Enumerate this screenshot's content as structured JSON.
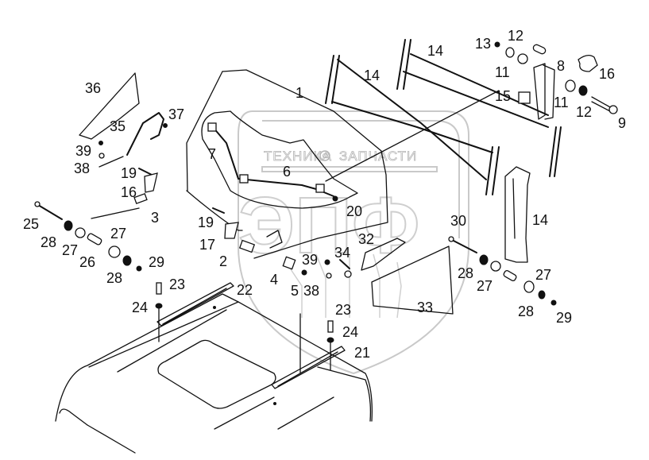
{
  "diagram": {
    "type": "exploded-parts-diagram",
    "watermark": {
      "left_text": "ТЕХНИКА",
      "right_text": "ЗАПЧАСТИ",
      "logo_text": "ЭПФ",
      "icon": "gear-icon"
    },
    "callouts": [
      {
        "id": "c1",
        "text": "1"
      },
      {
        "id": "c2",
        "text": "2"
      },
      {
        "id": "c3",
        "text": "3"
      },
      {
        "id": "c4",
        "text": "4"
      },
      {
        "id": "c5",
        "text": "5"
      },
      {
        "id": "c6",
        "text": "6"
      },
      {
        "id": "c7",
        "text": "7"
      },
      {
        "id": "c8",
        "text": "8"
      },
      {
        "id": "c9",
        "text": "9"
      },
      {
        "id": "c11a",
        "text": "11"
      },
      {
        "id": "c11b",
        "text": "11"
      },
      {
        "id": "c12a",
        "text": "12"
      },
      {
        "id": "c12b",
        "text": "12"
      },
      {
        "id": "c13",
        "text": "13"
      },
      {
        "id": "c14a",
        "text": "14"
      },
      {
        "id": "c14b",
        "text": "14"
      },
      {
        "id": "c14c",
        "text": "14"
      },
      {
        "id": "c15",
        "text": "15"
      },
      {
        "id": "c16a",
        "text": "16"
      },
      {
        "id": "c16b",
        "text": "16"
      },
      {
        "id": "c17",
        "text": "17"
      },
      {
        "id": "c19a",
        "text": "19"
      },
      {
        "id": "c19b",
        "text": "19"
      },
      {
        "id": "c20",
        "text": "20"
      },
      {
        "id": "c21",
        "text": "21"
      },
      {
        "id": "c22",
        "text": "22"
      },
      {
        "id": "c23a",
        "text": "23"
      },
      {
        "id": "c23b",
        "text": "23"
      },
      {
        "id": "c24a",
        "text": "24"
      },
      {
        "id": "c24b",
        "text": "24"
      },
      {
        "id": "c25",
        "text": "25"
      },
      {
        "id": "c26",
        "text": "26"
      },
      {
        "id": "c27a",
        "text": "27"
      },
      {
        "id": "c27b",
        "text": "27"
      },
      {
        "id": "c27c",
        "text": "27"
      },
      {
        "id": "c27d",
        "text": "27"
      },
      {
        "id": "c28a",
        "text": "28"
      },
      {
        "id": "c28b",
        "text": "28"
      },
      {
        "id": "c28c",
        "text": "28"
      },
      {
        "id": "c28d",
        "text": "28"
      },
      {
        "id": "c29a",
        "text": "29"
      },
      {
        "id": "c29b",
        "text": "29"
      },
      {
        "id": "c30",
        "text": "30"
      },
      {
        "id": "c32",
        "text": "32"
      },
      {
        "id": "c33",
        "text": "33"
      },
      {
        "id": "c34",
        "text": "34"
      },
      {
        "id": "c35",
        "text": "35"
      },
      {
        "id": "c36",
        "text": "36"
      },
      {
        "id": "c37",
        "text": "37"
      },
      {
        "id": "c38a",
        "text": "38"
      },
      {
        "id": "c38b",
        "text": "38"
      },
      {
        "id": "c39a",
        "text": "39"
      },
      {
        "id": "c39b",
        "text": "39"
      }
    ]
  }
}
